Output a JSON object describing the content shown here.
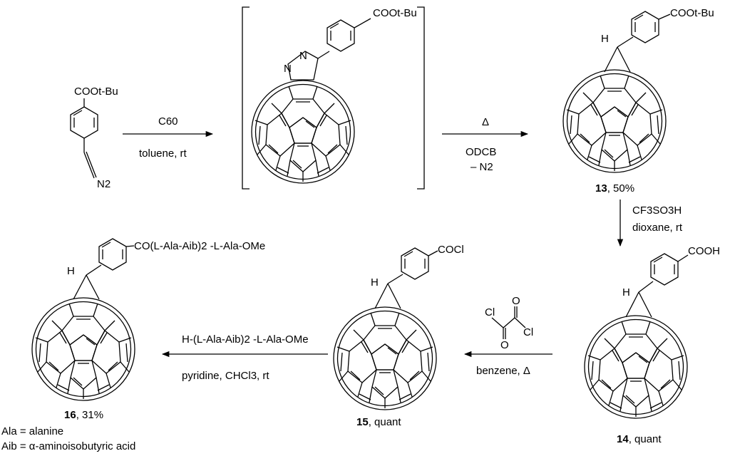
{
  "reactants": {
    "diazo_substituent": "COOt-Bu",
    "diazo_group": "N2"
  },
  "steps": [
    {
      "id": "step1",
      "reagent_top": "C60",
      "conditions_bottom": "toluene, rt"
    },
    {
      "id": "step2",
      "reagent_top": "Δ",
      "conditions_bottom": "ODCB",
      "conditions_extra": "– N2"
    },
    {
      "id": "step3",
      "reagent_top": "CF3SO3H",
      "conditions_bottom": "dioxane, rt"
    },
    {
      "id": "step4",
      "reagent_top_atoms": [
        "Cl",
        "O",
        "O",
        "Cl"
      ],
      "conditions_bottom": "benzene, Δ"
    },
    {
      "id": "step5",
      "reagent_top": "H-(L-Ala-Aib)2 -L-Ala-OMe",
      "conditions_bottom": "pyridine, CHCl3, rt"
    }
  ],
  "intermediate": {
    "substituent": "COOt-Bu",
    "atoms": [
      "N",
      "N"
    ]
  },
  "compounds": [
    {
      "number": "13",
      "yield": "50%",
      "substituent": "COOt-Bu"
    },
    {
      "number": "14",
      "yield": "quant",
      "substituent": "COOH"
    },
    {
      "number": "15",
      "yield": "quant",
      "substituent": "COCl"
    },
    {
      "number": "16",
      "yield": "31%",
      "substituent": "CO(L-Ala-Aib)2 -L-Ala-OMe"
    }
  ],
  "hydrogen_label": "H",
  "legend": [
    "Ala = alanine",
    "Aib = α-aminoisobutyric acid"
  ]
}
